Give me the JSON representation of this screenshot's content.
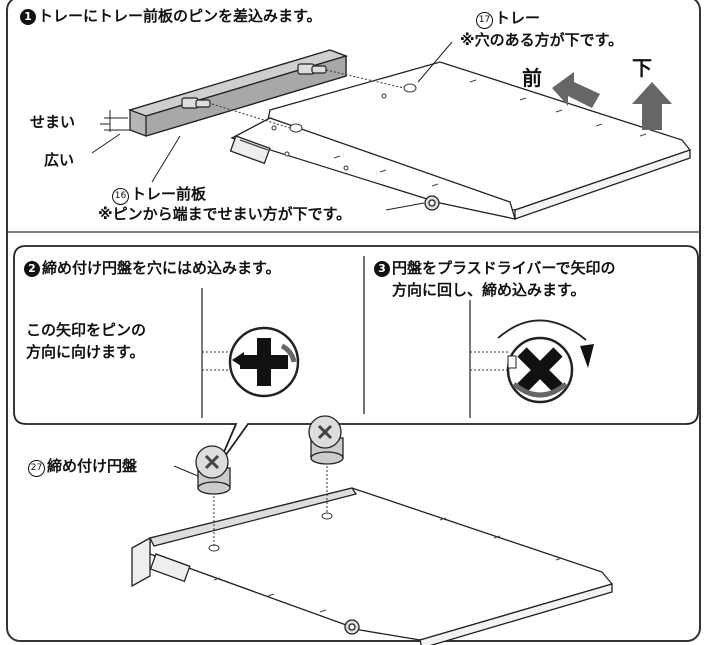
{
  "step1": {
    "num": "1",
    "text": "トレーにトレー前板のピンを差込みます。",
    "tray_num": "17",
    "tray_label": "トレー",
    "tray_note": "※穴のある方が下です。",
    "front_label": "前",
    "down_label": "下",
    "narrow_label": "せまい",
    "wide_label": "広い",
    "front_panel_num": "16",
    "front_panel_label": "トレー前板",
    "front_panel_note": "※ピンから端までせまい方が下です。"
  },
  "step2": {
    "num": "2",
    "text": "締め付け円盤を穴にはめ込みます。",
    "arrow_note_1": "この矢印をピンの",
    "arrow_note_2": "方向に向けます。"
  },
  "step3": {
    "num": "3",
    "text_1": "円盤をプラスドライバーで矢印の",
    "text_2": "方向に回し、締め込みます。"
  },
  "bottom": {
    "disc_num": "27",
    "disc_label": "締め付け円盤"
  },
  "colors": {
    "panel_gray": "#b5b5b5",
    "arrow_gray": "#666666",
    "line": "#222222"
  }
}
